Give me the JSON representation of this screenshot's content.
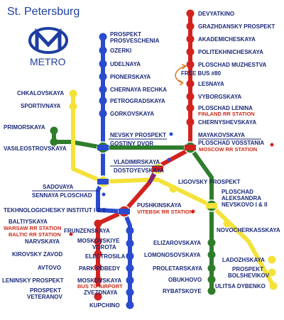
{
  "header": {
    "city": "St. Petersburg",
    "logo_word": "METRO"
  },
  "lines": {
    "red": "#d2231e",
    "blue": "#2a4bd0",
    "green": "#2f7d2c",
    "yellow": "#f4e23a",
    "purple": "#7a2a7a"
  },
  "stations": {
    "red": [
      "DEVYATKINO",
      "GRAZHDANSKY PROSPEKT",
      "AKADEMICHESKAYA",
      "POLITEKHNICHESKAYA",
      "PLOSCHAD MUZHESTVA",
      "LESNAYA",
      "VYBORGSKAYA",
      "PLOSCHAD LENINA",
      "CHERNYSHEVSKAYA",
      "PLOSCHAD VOSSTANIA",
      "VLADIMIRSKAYA",
      "PUSHKINSKAYA",
      "TEKHNOLOGICHESKY INSTITUT I & II",
      "BALTIYSKAYA",
      "NARVSKAYA",
      "KIROVSKY ZAVOD",
      "AVTOVO",
      "LENINSKY PROSPEKT",
      "PROSPEKT VETERANOV"
    ],
    "blue": [
      "PROSPEKT PROSVESCHENIA",
      "OZERKI",
      "UDELNAYA",
      "PIONERSKAYA",
      "CHERNAYA RECHKA",
      "PETROGRADSKAYA",
      "GORKOVSKAYA",
      "NEVSKY PROSPEKT",
      "SENNAYA PLOSCHAD",
      "FRUNZENSKAYA",
      "MOSKOVSKIYE VOROTA",
      "ELECTROSILA",
      "PARK POBEDY",
      "MOSKOVSKAYA",
      "ZVEZDNAYA",
      "KUPCHINO"
    ],
    "green": [
      "PRIMORSKAYA",
      "VASILEOSTROVSKAYA",
      "GOSTINY DVOR",
      "MAYAKOVSKAYA",
      "PLOSCHAD ALEKSANDRA NEVSKOVO I & II",
      "ELIZAROVSKAYA",
      "LOMONOSOVSKAYA",
      "PROLETARSKAYA",
      "OBUKHOVO",
      "RYBATSKOYE"
    ],
    "yellow": [
      "CHKALOVSKAYA",
      "SPORTIVNAYA",
      "SADOVAYA",
      "DOSTOYEVSKAYA",
      "LIGOVSKY PROSPEKT",
      "NOVOCHERKASSKAYA",
      "LADOZHSKAYA",
      "PROSPEKT BOLSHEVIKOV",
      "ULITSA DYBENKO"
    ]
  },
  "notes": {
    "free_bus": "FREE BUS #80",
    "finland": "FINLAND RR STATION",
    "moscow": "MOSCOW RR STATION",
    "vitebsk": "VITEBSK RR STATION",
    "warsaw": "WARSAW RR STATION",
    "baltic": "BALTIC RR STATION",
    "airport": "BUS TO AIRPORT"
  }
}
